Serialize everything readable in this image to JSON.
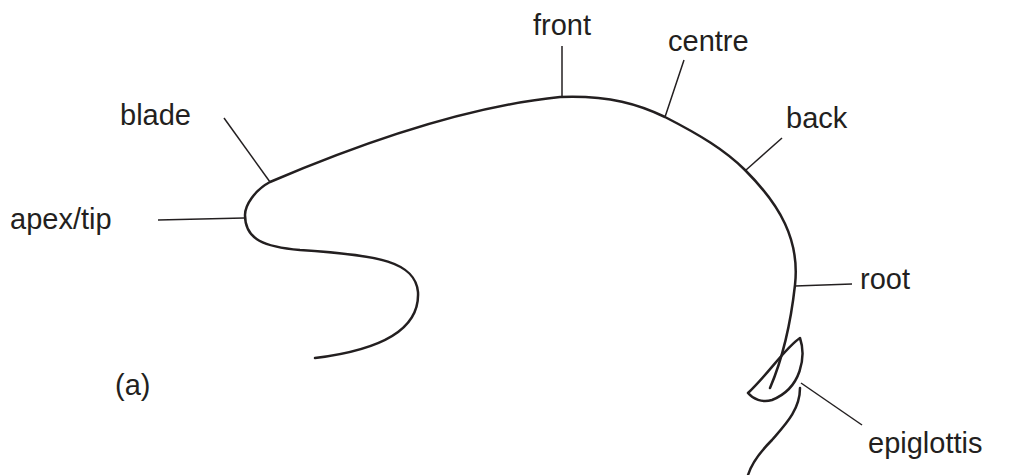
{
  "diagram": {
    "labels": [
      "front",
      "centre",
      "blade",
      "back",
      "apex/tip",
      "root",
      "(a)",
      "epiglottis"
    ]
  }
}
